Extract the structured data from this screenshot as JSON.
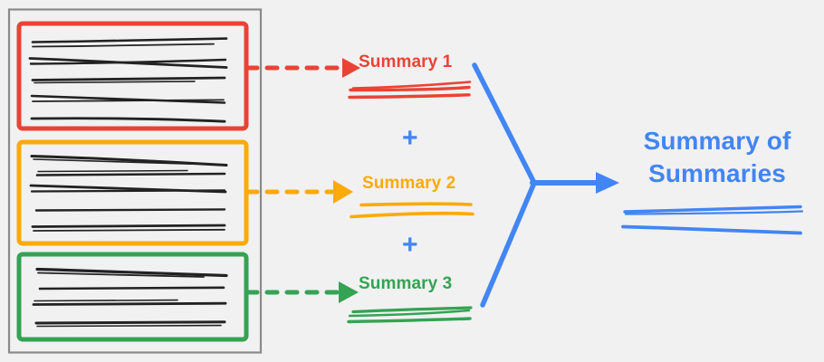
{
  "diagram": {
    "title_semantic": "hierarchical-summarization-flow",
    "background_color": "#f1f1f1",
    "colors": {
      "red": "#ea4335",
      "orange": "#fbaa07",
      "green": "#34a353",
      "blue": "#4285f4",
      "document_border": "#888888",
      "text_line": "#222222"
    }
  },
  "source_document": {
    "name": "source-document",
    "sections": [
      {
        "id": "section-1",
        "color": "#ea4335",
        "line_count": 5,
        "summary_target": "Summary 1"
      },
      {
        "id": "section-2",
        "color": "#fbaa07",
        "line_count": 5,
        "summary_target": "Summary 2"
      },
      {
        "id": "section-3",
        "color": "#34a353",
        "line_count": 4,
        "summary_target": "Summary 3"
      }
    ]
  },
  "summaries": [
    {
      "id": "summary-1",
      "label": "Summary 1",
      "color": "#ea4335",
      "underline_count": 3
    },
    {
      "id": "summary-2",
      "label": "Summary 2",
      "color": "#fbaa07",
      "underline_count": 2
    },
    {
      "id": "summary-3",
      "label": "Summary 3",
      "color": "#34a353",
      "underline_count": 3
    }
  ],
  "operators": [
    {
      "id": "plus-1",
      "glyph": "+",
      "color": "#4285f4"
    },
    {
      "id": "plus-2",
      "glyph": "+",
      "color": "#4285f4"
    }
  ],
  "final_output": {
    "id": "summary-of-summaries",
    "label_line_1": "Summary of",
    "label_line_2": "Summaries",
    "color": "#4285f4",
    "underline_count": 3
  },
  "connectors": {
    "dashed_arrows": [
      {
        "id": "arrow-red",
        "color": "#ea4335",
        "style": "dashed"
      },
      {
        "id": "arrow-orange",
        "color": "#fbaa07",
        "style": "dashed"
      },
      {
        "id": "arrow-green",
        "color": "#34a353",
        "style": "dashed"
      }
    ],
    "merge_arrow": {
      "id": "merge-arrow",
      "color": "#4285f4",
      "style": "solid"
    }
  }
}
